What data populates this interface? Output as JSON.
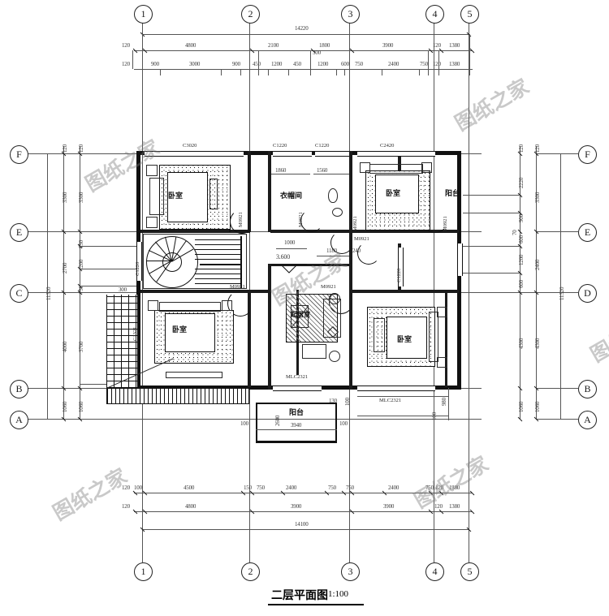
{
  "drawing": {
    "title": "二层平面图",
    "scale": "1:100",
    "watermark": "图纸之家",
    "elevation_marker": "3.600"
  },
  "grid": {
    "columns": [
      "1",
      "2",
      "3",
      "4",
      "5"
    ],
    "rows_left": [
      "F",
      "E",
      "C",
      "B",
      "A"
    ],
    "rows_right": [
      "F",
      "E",
      "D",
      "B",
      "A"
    ]
  },
  "dimensions": {
    "top_overall": "14220",
    "top_row2": [
      "120",
      "4800",
      "2100",
      "1800",
      "3900",
      "120",
      "1380"
    ],
    "top_row3": [
      "120",
      "900",
      "3000",
      "900",
      "450",
      "1200",
      "450",
      "1200",
      "600",
      "750",
      "2400",
      "750",
      "120",
      "1380"
    ],
    "top_small": "300",
    "bottom_row1": [
      "120",
      "100",
      "4500",
      "150",
      "750",
      "2400",
      "750",
      "750",
      "2400",
      "750",
      "120",
      "1380"
    ],
    "bottom_row2": [
      "120",
      "4800",
      "3900",
      "3900",
      "120",
      "1380"
    ],
    "bottom_overall": "14100",
    "left_outer": "11320",
    "left_col_a": [
      "120",
      "3300",
      "2700",
      "4000",
      "1060"
    ],
    "left_col_b": [
      "120",
      "3300",
      "750",
      "1200",
      "750",
      "3700",
      "1060"
    ],
    "right_col_a": [
      "120",
      "2220",
      "900",
      "70",
      "600",
      "1200",
      "600",
      "4300",
      "1060"
    ],
    "right_col_b": [
      "120",
      "3300",
      "2400",
      "4300",
      "1060"
    ],
    "right_outer": "11320",
    "interior": [
      "1860",
      "1560",
      "1000",
      "1180",
      "240",
      "300",
      "3940",
      "130",
      "100",
      "980",
      "100",
      "2600"
    ]
  },
  "openings": {
    "windows": [
      "C3020",
      "C1220",
      "C1220",
      "C2420",
      "C1220",
      "C1220",
      "C1220",
      "C1321"
    ],
    "doors": [
      "M0921",
      "M0921",
      "M0921",
      "M0921",
      "M0921",
      "M0921",
      "M0921"
    ],
    "sliding": [
      "MLC2321",
      "MLC2321"
    ]
  },
  "rooms": [
    {
      "name": "卧室",
      "id": "bedroom-nw"
    },
    {
      "name": "衣帽间",
      "id": "walk-in-closet"
    },
    {
      "name": "卧室",
      "id": "bedroom-ne"
    },
    {
      "name": "阳台",
      "id": "balcony-east"
    },
    {
      "name": "卧室",
      "id": "bedroom-sw"
    },
    {
      "name": "起居室",
      "id": "living-room"
    },
    {
      "name": "卧室",
      "id": "bedroom-se"
    },
    {
      "name": "阳台",
      "id": "balcony-south"
    }
  ],
  "colors": {
    "ink": "#111111",
    "dim": "#3a3a3a",
    "paper": "#ffffff",
    "watermark": "#787878"
  }
}
